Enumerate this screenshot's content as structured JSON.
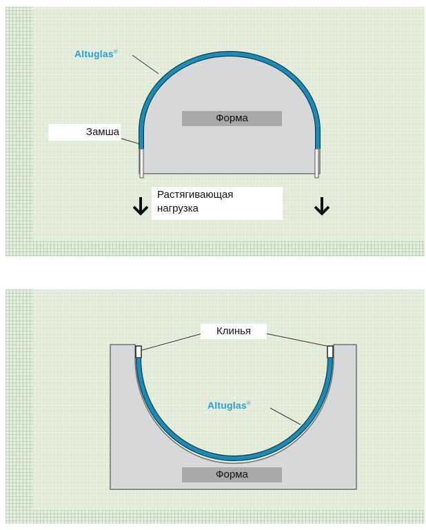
{
  "colors": {
    "sheet": "#1e8bb4",
    "form": "#d7d8da",
    "form_label_bg": "#a7a9ab",
    "grid": "#e6eedc",
    "brand": "#2d9fd8"
  },
  "top_panel": {
    "brand": "Altuglas",
    "brand_mark": "®",
    "form_label": "Форма",
    "suede_label": "Замша",
    "load_label_line1": "Растягивающая",
    "load_label_line2": "нагрузка",
    "icons": [
      "arrow-down-icon",
      "arrow-down-icon"
    ]
  },
  "bottom_panel": {
    "wedges_label": "Клинья",
    "brand": "Altuglas",
    "brand_mark": "®",
    "form_label": "Форма"
  }
}
